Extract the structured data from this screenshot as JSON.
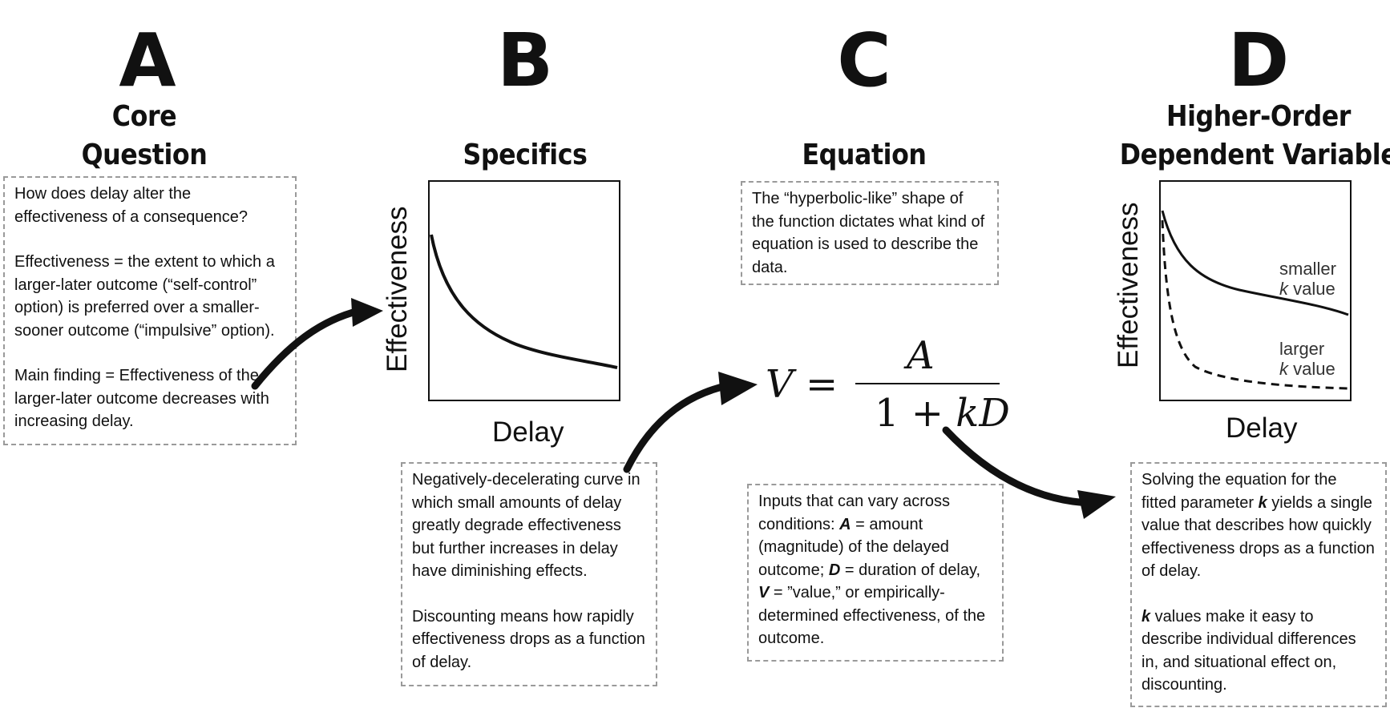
{
  "panels": [
    {
      "letter": "A",
      "title_line1": "Core",
      "title_line2": "Question"
    },
    {
      "letter": "B",
      "title_line1": "",
      "title_line2": "Specifics"
    },
    {
      "letter": "C",
      "title_line1": "",
      "title_line2": "Equation"
    },
    {
      "letter": "D",
      "title_line1": "Higher-Order",
      "title_line2": "Dependent Variable"
    }
  ],
  "box_a": {
    "p1": "How does delay alter the effectiveness of a consequence?",
    "p2": "Effectiveness = the extent to which a larger-later  outcome (“self-control” option) is preferred over a smaller-sooner outcome (“impulsive” option).",
    "p3": "Main finding = Effectiveness of the larger-later outcome decreases with increasing delay."
  },
  "chart_b": {
    "ylabel": "Effectiveness",
    "xlabel": "Delay"
  },
  "box_b": {
    "p1": "Negatively-decelerating curve in which small amounts of delay greatly degrade effectiveness but further increases in delay have diminishing effects.",
    "p2": "Discounting means how rapidly effectiveness drops as a function of delay."
  },
  "box_c_top": {
    "p1": "The “hyperbolic-like” shape of the function dictates what kind of equation is used to describe the data."
  },
  "equation": {
    "lhs": "V",
    "equals": "=",
    "numerator": "A",
    "denominator_const": "1 + ",
    "denominator_var": "kD"
  },
  "box_c_bottom": {
    "t1": "Inputs that can vary across conditions: ",
    "a_sym": "A",
    "t2": " = amount (magnitude) of the delayed outcome; ",
    "d_sym": "D",
    "t3": " = duration of delay, ",
    "v_sym": "V",
    "t4": " = ”value,” or empirically-determined effectiveness, of the outcome."
  },
  "chart_d": {
    "ylabel": "Effectiveness",
    "xlabel": "Delay",
    "small_k_line1": "smaller",
    "small_k_k": "k",
    "small_k_rest": " value",
    "large_k_line1": "larger",
    "large_k_k": "k",
    "large_k_rest": " value"
  },
  "box_d": {
    "t1": "Solving the equation for the fitted parameter ",
    "k1": "k",
    "t2": " yields a single value that describes how quickly effectiveness drops as a function of delay.",
    "k2": "k",
    "t3": " values make it easy to describe individual differences in, and situational effect on, discounting."
  }
}
